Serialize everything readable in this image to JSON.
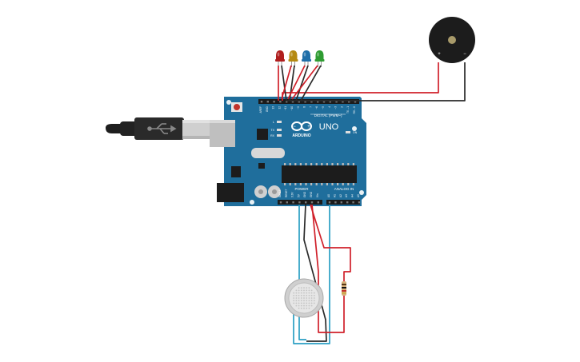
{
  "board": {
    "brand": "ARDUINO",
    "model": "UNO",
    "color": "#1f6e9c",
    "digital_header": "DIGITAL (PWM~)",
    "power_header": "POWER",
    "analog_header": "ANALOG IN",
    "on_label": "ON",
    "tx_label": "TX",
    "rx_label": "RX",
    "l_label": "L",
    "top_pins": [
      "AREF",
      "GND",
      "13",
      "12",
      "~11",
      "~10",
      "~9",
      "8",
      "7",
      "~6",
      "~5",
      "4",
      "~3",
      "2",
      "TX→1",
      "RX←0"
    ],
    "power_pins": [
      "IOREF",
      "RESET",
      "3.3V",
      "5V",
      "GND",
      "GND",
      "Vin"
    ],
    "analog_pins": [
      "A0",
      "A1",
      "A2",
      "A3",
      "A4",
      "A5"
    ]
  },
  "buzzer": {
    "plus": "+",
    "minus": "−"
  },
  "leds": [
    {
      "name": "red",
      "color": "#b01e1e"
    },
    {
      "name": "yellow",
      "color": "#b58a12"
    },
    {
      "name": "blue",
      "color": "#1f6ea8"
    },
    {
      "name": "green",
      "color": "#2f9c32"
    }
  ],
  "wire_colors": {
    "red": "#d0202a",
    "black": "#2a2a2a",
    "cyan": "#2a9fc4"
  }
}
